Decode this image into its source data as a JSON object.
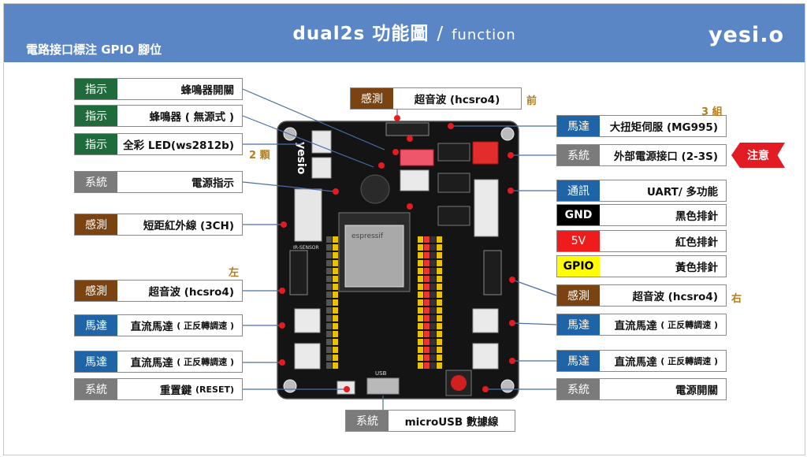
{
  "header": {
    "title_main": "dual2s  功能圖",
    "title_sep": "/",
    "title_en": "function",
    "subtitle": "電路接口標注 GPIO 腳位",
    "logo": "yesi.o"
  },
  "board": {
    "brand": "yesio",
    "chip_text": "espressif",
    "left_header_label": "IR-SENSOR",
    "bottom_label": "USB"
  },
  "notes": {
    "beads": "2 顆",
    "front": "前",
    "groups": "3 組",
    "left": "左",
    "right": "右"
  },
  "attention": "注意",
  "labels": {
    "buzzer_switch": {
      "cat": "指示",
      "text": "蜂鳴器開關"
    },
    "buzzer_passive": {
      "cat": "指示",
      "text": "蜂鳴器 ( 無源式 )"
    },
    "led": {
      "cat": "指示",
      "text": "全彩 LED(ws2812b)"
    },
    "power_indicator": {
      "cat": "系統",
      "text": "電源指示"
    },
    "ir": {
      "cat": "感測",
      "text": "短距紅外線 (3CH)"
    },
    "ultra_left": {
      "cat": "感測",
      "text": "超音波 (hcsro4)"
    },
    "dc_left1": {
      "cat": "馬達",
      "text": "直流馬達",
      "sub": "( 正反轉調速 )"
    },
    "dc_left2": {
      "cat": "馬達",
      "text": "直流馬達",
      "sub": "( 正反轉調速 )"
    },
    "reset": {
      "cat": "系統",
      "text": "重置鍵",
      "sub": "(RESET)"
    },
    "ultra_front": {
      "cat": "感測",
      "text": "超音波 (hcsro4)"
    },
    "servo": {
      "cat": "馬達",
      "text": "大扭矩伺服 (MG995)"
    },
    "ext_power": {
      "cat": "系統",
      "text": "外部電源接口 (2-3S)"
    },
    "uart": {
      "cat": "通訊",
      "text": "UART/ 多功能"
    },
    "gnd": {
      "cat": "GND",
      "text": "黑色排針"
    },
    "v5": {
      "cat": "5V",
      "text": "紅色排針"
    },
    "gpio": {
      "cat": "GPIO",
      "text": "黃色排針"
    },
    "ultra_right": {
      "cat": "感測",
      "text": "超音波 (hcsro4)"
    },
    "dc_right1": {
      "cat": "馬達",
      "text": "直流馬達",
      "sub": "( 正反轉調速 )"
    },
    "dc_right2": {
      "cat": "馬達",
      "text": "直流馬達",
      "sub": "( 正反轉調速 )"
    },
    "power_switch": {
      "cat": "系統",
      "text": "電源開關"
    },
    "microusb": {
      "cat": "系統",
      "text": "microUSB 數據線"
    }
  },
  "colors": {
    "header": "#5a86c6",
    "indicator": "#1f6b3c",
    "system": "#7b7b7b",
    "sensor": "#7b4311",
    "motor": "#1e64a6",
    "attention": "#e31b23",
    "note": "#b37d1a"
  }
}
